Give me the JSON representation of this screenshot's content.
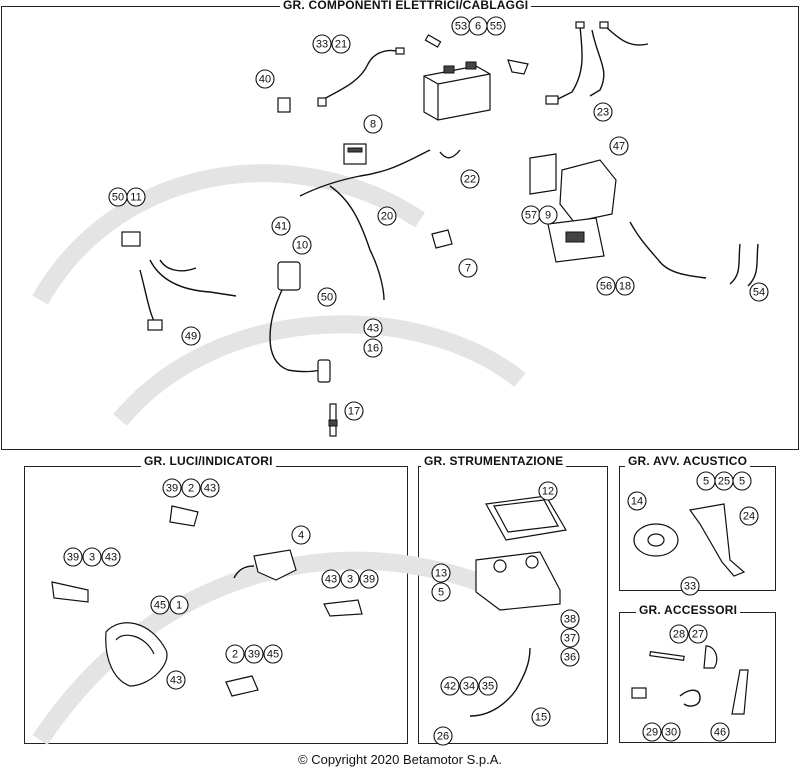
{
  "panels": {
    "main": {
      "title": "GR. COMPONENTI ELETTRICI/CABLAGGI",
      "callouts": [
        "53",
        "6",
        "55",
        "33",
        "21",
        "40",
        "8",
        "23",
        "47",
        "22",
        "57",
        "9",
        "50",
        "11",
        "41",
        "10",
        "20",
        "7",
        "50",
        "43",
        "16",
        "56",
        "18",
        "54",
        "49",
        "17"
      ]
    },
    "luci": {
      "title": "GR. LUCI/INDICATORI",
      "callouts": [
        "39",
        "2",
        "43",
        "4",
        "39",
        "3",
        "43",
        "43",
        "3",
        "39",
        "45",
        "1",
        "43",
        "2",
        "39",
        "45"
      ]
    },
    "strumentazione": {
      "title": "GR. STRUMENTAZIONE",
      "callouts": [
        "12",
        "13",
        "5",
        "38",
        "37",
        "36",
        "42",
        "34",
        "35",
        "15",
        "26"
      ]
    },
    "acustico": {
      "title": "GR. AVV. ACUSTICO",
      "callouts": [
        "5",
        "25",
        "5",
        "14",
        "24",
        "33"
      ]
    },
    "accessori": {
      "title": "GR. ACCESSORI",
      "callouts": [
        "28",
        "27",
        "29",
        "30",
        "46"
      ]
    }
  },
  "copyright": "© Copyright 2020 Betamotor S.p.A."
}
